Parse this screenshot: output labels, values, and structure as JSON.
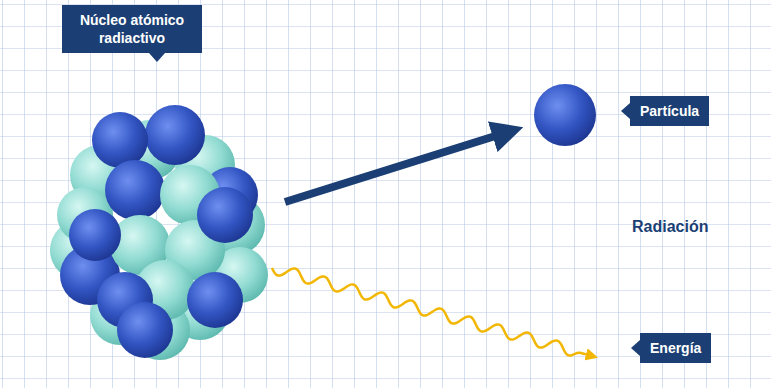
{
  "diagram": {
    "nodes": [
      {
        "text": [
          "Núcleo atómico radiactivo"
        ]
      },
      {
        "text": [
          "Partícula"
        ]
      },
      {
        "text": [
          "Energía"
        ]
      }
    ],
    "labels": [
      "Radiación"
    ]
  }
}
